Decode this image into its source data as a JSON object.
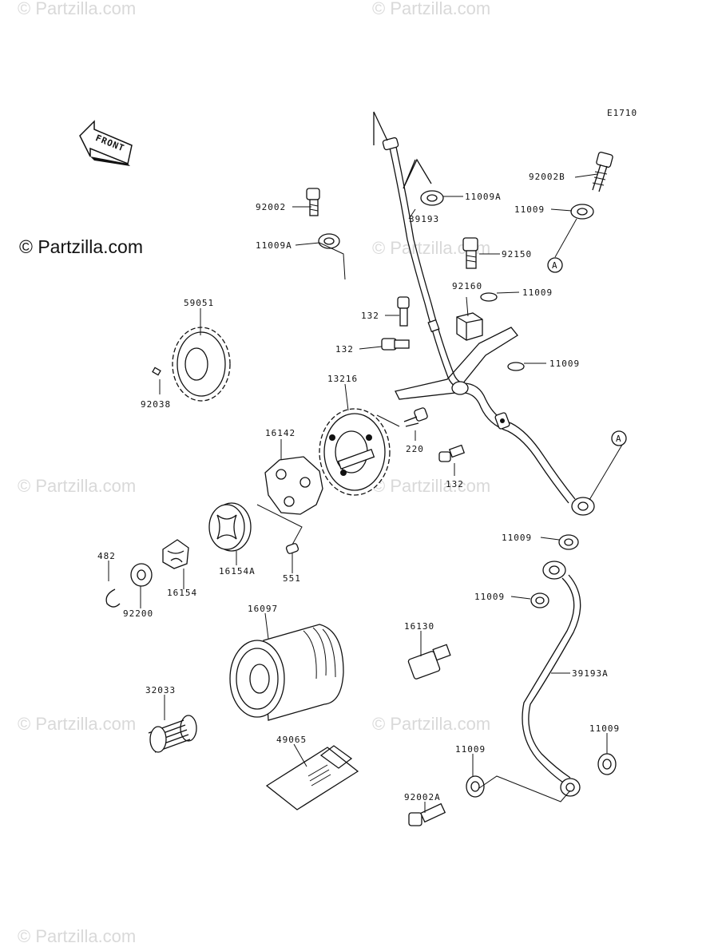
{
  "watermarks": [
    "© Partzilla.com",
    "© Partzilla.com",
    "© Partzilla.com",
    "© Partzilla.com",
    "© Partzilla.com",
    "© Partzilla.com",
    "© Partzilla.com",
    "© Partzilla.com"
  ],
  "brand_text": "© Partzilla.com",
  "drawing_code": "E1710",
  "front_label": "FRONT",
  "ref_marker": "A",
  "parts": {
    "p92002B": "92002B",
    "p11009_a": "11009",
    "p11009A_top": "11009A",
    "p39193": "39193",
    "p92002": "92002",
    "p11009A_left": "11009A",
    "p92150": "92150",
    "p92160": "92160",
    "p11009_b": "11009",
    "p132_a": "132",
    "p132_b": "132",
    "p11009_c": "11009",
    "p59051": "59051",
    "p13216": "13216",
    "p92038": "92038",
    "p220": "220",
    "p16142": "16142",
    "p132_c": "132",
    "p11009_d": "11009",
    "p482": "482",
    "p16154A": "16154A",
    "p551": "551",
    "p92200": "92200",
    "p16154": "16154",
    "p11009_e": "11009",
    "p16097": "16097",
    "p16130": "16130",
    "p39193A": "39193A",
    "p32033": "32033",
    "p11009_f": "11009",
    "p49065": "49065",
    "p11009_g": "11009",
    "p92002A": "92002A"
  }
}
